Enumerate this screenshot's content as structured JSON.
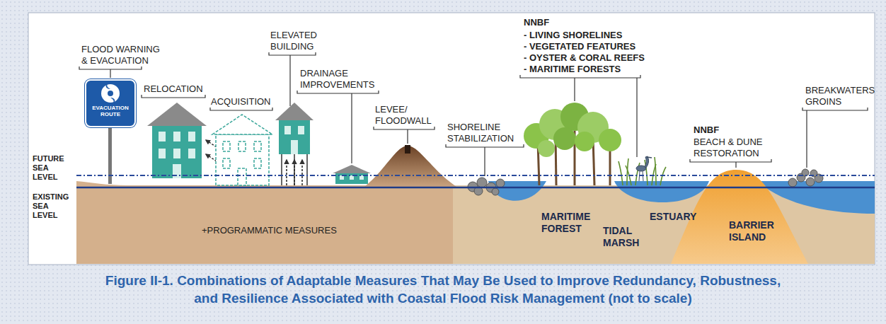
{
  "diagram": {
    "caption": "Figure II-1. Combinations of Adaptable Measures That May Be Used to Improve Redundancy, Robustness, and Resilience Associated with Coastal Flood Risk Management (not to scale)",
    "nodes": [
      {
        "text": [
          "EVACUATION ROUTE"
        ]
      }
    ],
    "labels": [
      "FLOOD WARNING & EVACUATION",
      "RELOCATION",
      "ACQUISITION",
      "ELEVATED BUILDING",
      "DRAINAGE IMPROVEMENTS",
      "LEVEE/ FLOODWALL",
      "SHORELINE STABILIZATION",
      "NNBF",
      "- LIVING SHORELINES",
      "- VEGETATED FEATURES",
      "- OYSTER & CORAL REEFS",
      "- MARITIME FORESTS",
      "NNBF",
      "BEACH & DUNE RESTORATION",
      "BREAKWATERS GROINS",
      "FUTURE SEA LEVEL",
      "EXISTING SEA LEVEL",
      "+PROGRAMMATIC MEASURES",
      "MARITIME FOREST",
      "TIDAL MARSH",
      "ESTUARY",
      "BARRIER ISLAND"
    ]
  }
}
